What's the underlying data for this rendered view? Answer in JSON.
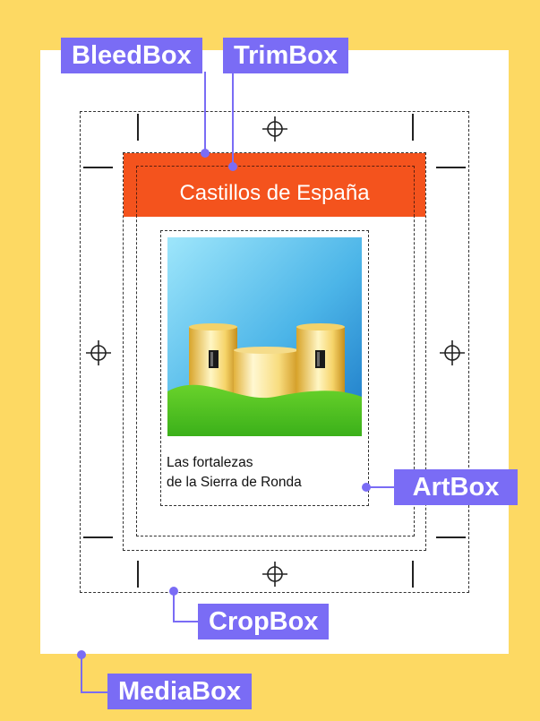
{
  "labels": {
    "bleed_box": "BleedBox",
    "trim_box": "TrimBox",
    "art_box": "ArtBox",
    "crop_box": "CropBox",
    "media_box": "MediaBox"
  },
  "document": {
    "title": "Castillos de España",
    "caption_line1": "Las fortalezas",
    "caption_line2": "de la Sierra de Ronda"
  },
  "colors": {
    "media_background": "#fdd963",
    "label_fill": "#7a6cf5",
    "header_fill": "#f4531d",
    "page_fill": "#ffffff"
  },
  "icons": [
    "registration-mark-icon",
    "castle-illustration"
  ]
}
